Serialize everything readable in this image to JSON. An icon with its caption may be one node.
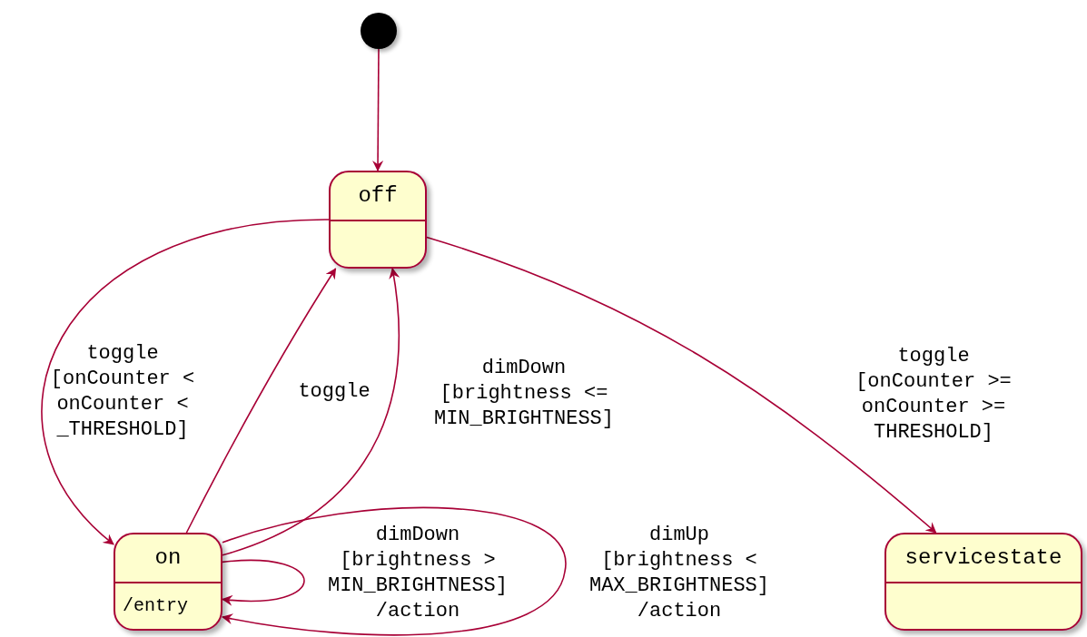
{
  "diagram": {
    "nodes": [
      {
        "text": [],
        "shape": "circle"
      },
      {
        "text": [
          "off"
        ]
      },
      {
        "text": [
          "on",
          "/entry"
        ]
      },
      {
        "text": [
          "servicestate"
        ]
      }
    ],
    "edges": [
      {
        "from": 0,
        "to": 1,
        "arrow": "to"
      },
      {
        "from": 1,
        "to": 2,
        "arrow": "to",
        "label": "toggle [onCounter < onCounter < _THRESHOLD]"
      },
      {
        "from": 2,
        "to": 1,
        "arrow": "to",
        "label": "toggle"
      },
      {
        "from": 2,
        "to": 1,
        "arrow": "to",
        "label": "dimDown [brightness <= MIN_BRIGHTNESS]"
      },
      {
        "from": 1,
        "to": 3,
        "arrow": "to",
        "label": "toggle [onCounter >= onCounter >= THRESHOLD]"
      },
      {
        "from": 2,
        "to": 2,
        "arrow": "to",
        "label": "dimDown [brightness > MIN_BRIGHTNESS] /action"
      },
      {
        "from": 2,
        "to": 2,
        "arrow": "to",
        "label": "dimUp [brightness < MAX_BRIGHTNESS] /action"
      }
    ]
  }
}
